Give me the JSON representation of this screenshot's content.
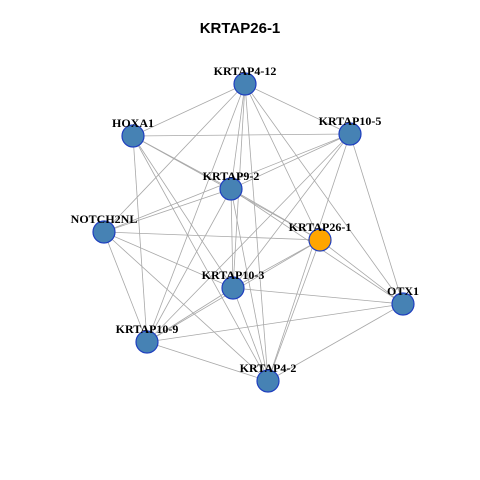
{
  "title": "KRTAP26-1",
  "colors": {
    "node_default": "#4682b4",
    "node_highlight": "#ffa500",
    "node_border": "#1f3fbf",
    "edge": "#a8a8a8"
  },
  "nodes": [
    {
      "id": "KRTAP4-12",
      "label": "KRTAP4-12",
      "highlight": false
    },
    {
      "id": "HOXA1",
      "label": "HOXA1",
      "highlight": false
    },
    {
      "id": "KRTAP10-5",
      "label": "KRTAP10-5",
      "highlight": false
    },
    {
      "id": "KRTAP9-2",
      "label": "KRTAP9-2",
      "highlight": false
    },
    {
      "id": "NOTCH2NL",
      "label": "NOTCH2NL",
      "highlight": false
    },
    {
      "id": "KRTAP26-1",
      "label": "KRTAP26-1",
      "highlight": true
    },
    {
      "id": "KRTAP10-3",
      "label": "KRTAP10-3",
      "highlight": false
    },
    {
      "id": "OTX1",
      "label": "OTX1",
      "highlight": false
    },
    {
      "id": "KRTAP10-9",
      "label": "KRTAP10-9",
      "highlight": false
    },
    {
      "id": "KRTAP4-2",
      "label": "KRTAP4-2",
      "highlight": false
    }
  ],
  "edges": [
    [
      "KRTAP4-12",
      "HOXA1"
    ],
    [
      "KRTAP4-12",
      "KRTAP10-5"
    ],
    [
      "KRTAP4-12",
      "KRTAP9-2"
    ],
    [
      "KRTAP4-12",
      "NOTCH2NL"
    ],
    [
      "KRTAP4-12",
      "KRTAP26-1"
    ],
    [
      "KRTAP4-12",
      "KRTAP10-3"
    ],
    [
      "KRTAP4-12",
      "OTX1"
    ],
    [
      "KRTAP4-12",
      "KRTAP10-9"
    ],
    [
      "KRTAP4-12",
      "KRTAP4-2"
    ],
    [
      "HOXA1",
      "KRTAP10-5"
    ],
    [
      "HOXA1",
      "KRTAP9-2"
    ],
    [
      "HOXA1",
      "KRTAP26-1"
    ],
    [
      "HOXA1",
      "KRTAP10-3"
    ],
    [
      "HOXA1",
      "KRTAP10-9"
    ],
    [
      "HOXA1",
      "KRTAP4-2"
    ],
    [
      "KRTAP10-5",
      "KRTAP9-2"
    ],
    [
      "KRTAP10-5",
      "NOTCH2NL"
    ],
    [
      "KRTAP10-5",
      "KRTAP10-3"
    ],
    [
      "KRTAP10-5",
      "OTX1"
    ],
    [
      "KRTAP10-5",
      "KRTAP4-2"
    ],
    [
      "KRTAP10-5",
      "KRTAP10-9"
    ],
    [
      "KRTAP9-2",
      "NOTCH2NL"
    ],
    [
      "KRTAP9-2",
      "KRTAP26-1"
    ],
    [
      "KRTAP9-2",
      "KRTAP10-3"
    ],
    [
      "KRTAP9-2",
      "OTX1"
    ],
    [
      "KRTAP9-2",
      "KRTAP10-9"
    ],
    [
      "KRTAP9-2",
      "KRTAP4-2"
    ],
    [
      "NOTCH2NL",
      "KRTAP26-1"
    ],
    [
      "NOTCH2NL",
      "KRTAP10-3"
    ],
    [
      "NOTCH2NL",
      "KRTAP10-9"
    ],
    [
      "NOTCH2NL",
      "KRTAP4-2"
    ],
    [
      "KRTAP26-1",
      "KRTAP10-3"
    ],
    [
      "KRTAP26-1",
      "OTX1"
    ],
    [
      "KRTAP26-1",
      "KRTAP10-9"
    ],
    [
      "KRTAP26-1",
      "KRTAP4-2"
    ],
    [
      "KRTAP10-3",
      "OTX1"
    ],
    [
      "KRTAP10-3",
      "KRTAP10-9"
    ],
    [
      "KRTAP10-3",
      "KRTAP4-2"
    ],
    [
      "OTX1",
      "KRTAP10-9"
    ],
    [
      "OTX1",
      "KRTAP4-2"
    ],
    [
      "KRTAP10-9",
      "KRTAP4-2"
    ]
  ]
}
